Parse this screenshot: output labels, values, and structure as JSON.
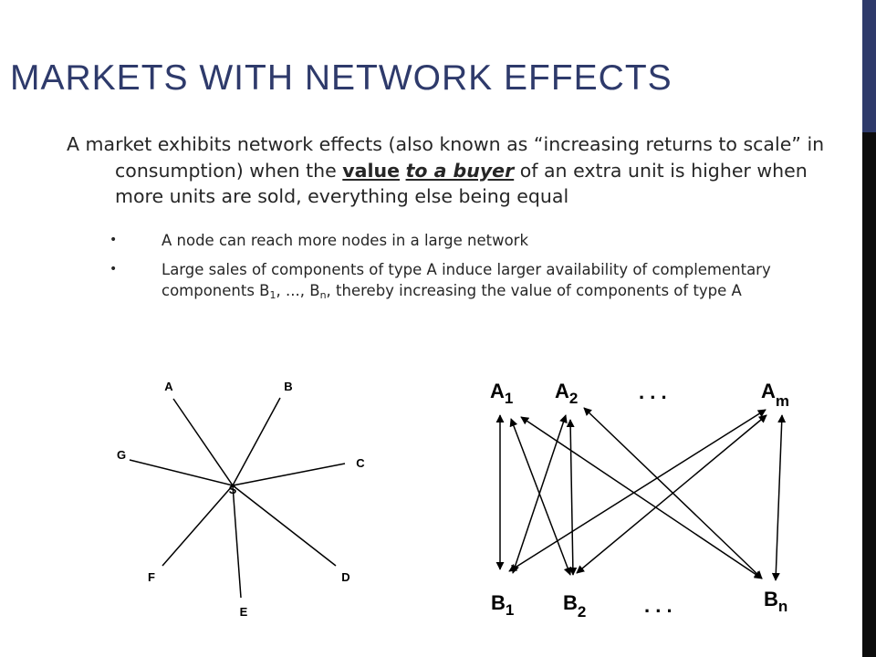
{
  "slide": {
    "title": "MARKETS WITH NETWORK EFFECTS",
    "para": {
      "p1": "A market exhibits network effects (also known as “increasing returns to scale” in consumption) when the ",
      "value": "value",
      "space": " ",
      "to_buyer": "to a buyer",
      "p2": " of an extra unit is higher when more units are sold, everything else being equal"
    },
    "bullet_char": "•",
    "bullets": [
      {
        "text": "A node can reach more nodes in a large network"
      },
      {
        "t1": "Large sales of components of type A induce larger availability of complementary components B",
        "sub1": "1",
        "t2": ", ..., B",
        "sub2": "n",
        "t3": ", thereby increasing the value of components of type A"
      }
    ]
  },
  "star_diagram": {
    "center": "S",
    "nodes": [
      "A",
      "B",
      "C",
      "D",
      "E",
      "F",
      "G"
    ]
  },
  "bipartite_diagram": {
    "top": [
      {
        "base": "A",
        "sub": "1"
      },
      {
        "base": "A",
        "sub": "2"
      },
      {
        "base": "A",
        "sub": "m"
      }
    ],
    "bottom": [
      {
        "base": "B",
        "sub": "1"
      },
      {
        "base": "B",
        "sub": "2"
      },
      {
        "base": "B",
        "sub": "n"
      }
    ],
    "top_ellipsis": ". . .",
    "bottom_ellipsis": ". . ."
  },
  "colors": {
    "title": "#2e3a6b",
    "side_bar": "#0d0d0d",
    "side_accent": "#2e3a6b"
  }
}
